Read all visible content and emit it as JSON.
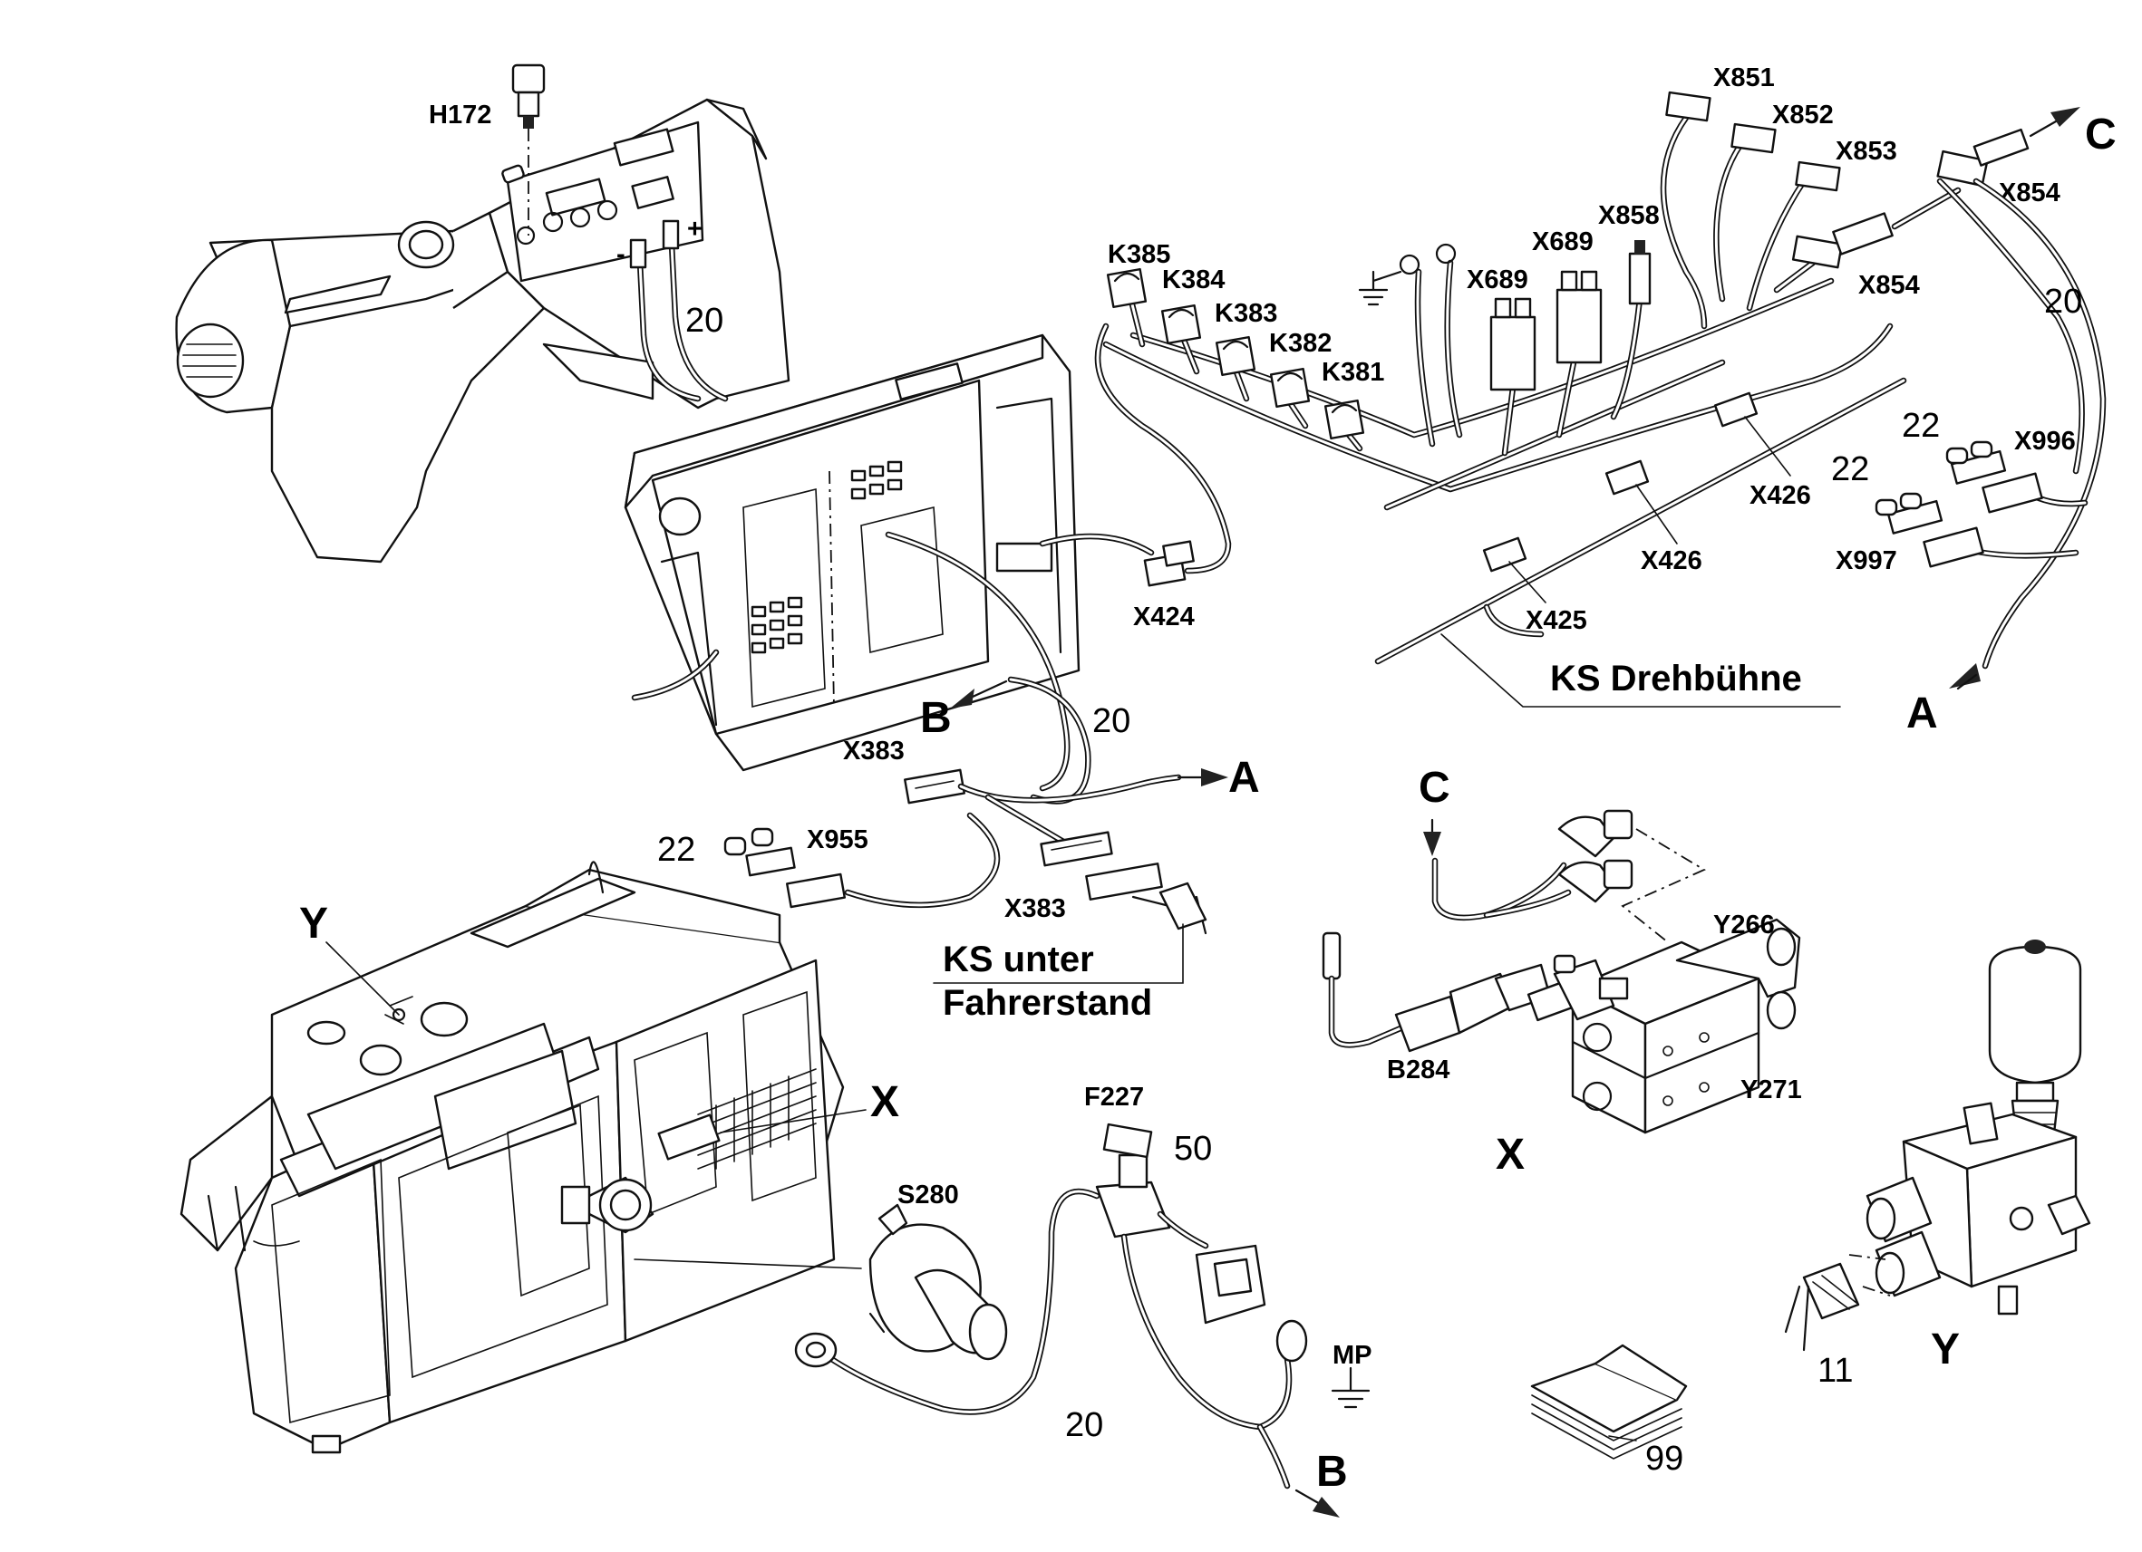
{
  "labels": {
    "h172": "H172",
    "n20": "20",
    "n22": "22",
    "n50": "50",
    "n11": "11",
    "n99": "99",
    "k385": "K385",
    "k384": "K384",
    "k383": "K383",
    "k382": "K382",
    "k381": "K381",
    "x689": "X689",
    "x858": "X858",
    "x851": "X851",
    "x852": "X852",
    "x853": "X853",
    "x854": "X854",
    "c": "C",
    "x996": "X996",
    "x997": "X997",
    "x426": "X426",
    "x425": "X425",
    "ks_drehbuehne": "KS Drehbühne",
    "a": "A",
    "x424": "X424",
    "b": "B",
    "x383": "X383",
    "x955": "X955",
    "ks_unter": "KS unter",
    "fahrerstand": "Fahrerstand",
    "y": "Y",
    "x": "X",
    "y266": "Y266",
    "y271": "Y271",
    "b284": "B284",
    "f227": "F227",
    "s280": "S280",
    "mp": "MP",
    "plus": "+",
    "minus": "-"
  }
}
